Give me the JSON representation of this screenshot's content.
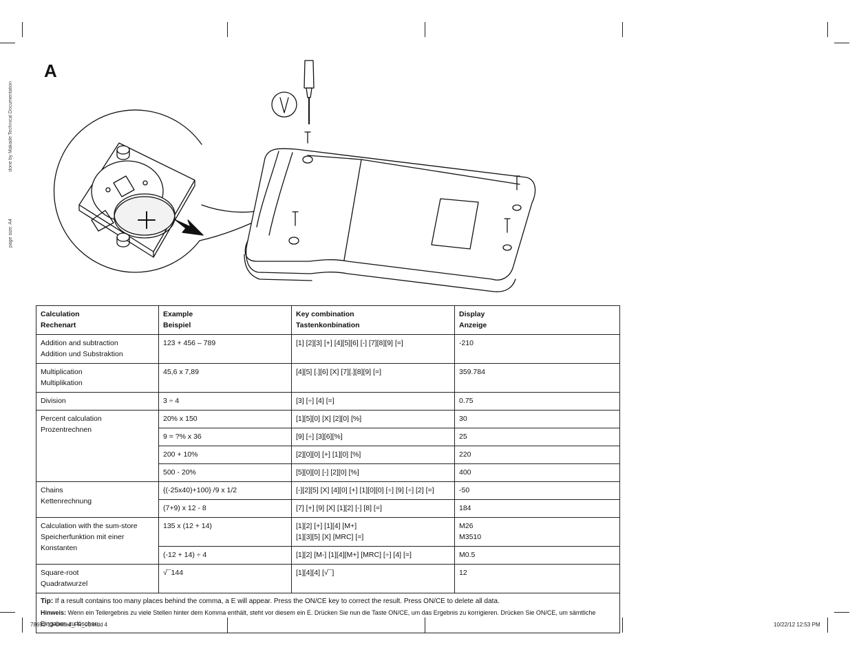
{
  "side_notes": {
    "top": "done by Makade Technical Documentation",
    "bottom": "page size: A4"
  },
  "section_letter": "A",
  "table": {
    "headers": [
      [
        "Calculation",
        "Rechenart"
      ],
      [
        "Example",
        "Beispiel"
      ],
      [
        "Key combination",
        "Tastenkonbination"
      ],
      [
        "Display",
        "Anzeige"
      ]
    ],
    "groups": [
      {
        "name": [
          "Addition and subtraction",
          "Addition und Substraktion"
        ],
        "rows": [
          {
            "example": [
              "123 + 456 – 789"
            ],
            "keys": [
              "[1] [2][3] [+] [4][5][6] [-] [7][8][9] [=]"
            ],
            "display": [
              "-210"
            ]
          }
        ]
      },
      {
        "name": [
          "Multiplication",
          "Multiplikation"
        ],
        "rows": [
          {
            "example": [
              "45,6 x 7,89"
            ],
            "keys": [
              "[4][5] [.][6] [X] [7][.][8][9] [=]"
            ],
            "display": [
              "359.784"
            ]
          }
        ]
      },
      {
        "name": [
          "Division"
        ],
        "rows": [
          {
            "example": [
              "3 ÷ 4"
            ],
            "keys": [
              "[3] [÷] [4] [=]"
            ],
            "display": [
              "0.75"
            ]
          }
        ]
      },
      {
        "name": [
          "Percent calculation",
          "Prozentrechnen"
        ],
        "rows": [
          {
            "example": [
              "20% x 150"
            ],
            "keys": [
              "[1][5][0] [X] [2][0] [%]"
            ],
            "display": [
              "30"
            ]
          },
          {
            "example": [
              "9 = ?% x 36"
            ],
            "keys": [
              "[9] [÷] [3][6][%]"
            ],
            "display": [
              "25"
            ]
          },
          {
            "example": [
              "200 + 10%"
            ],
            "keys": [
              "[2][0][0] [+] [1][0] [%]"
            ],
            "display": [
              "220"
            ]
          },
          {
            "example": [
              "500 - 20%"
            ],
            "keys": [
              "[5][0][0] [-] [2][0] [%]"
            ],
            "display": [
              "400"
            ]
          }
        ]
      },
      {
        "name": [
          "Chains",
          "Kettenrechnung"
        ],
        "rows": [
          {
            "example": [
              "{(-25x40)+100} /9 x 1/2"
            ],
            "keys": [
              "[-][2][5] [X] [4][0] [+] [1][0][0] [÷] [9] [÷] [2] [=]"
            ],
            "display": [
              "-50"
            ]
          },
          {
            "example": [
              "(7+9) x 12 - 8"
            ],
            "keys": [
              "[7] [+] [9] [X] [1][2] [-] [8] [=]"
            ],
            "display": [
              "184"
            ]
          }
        ]
      },
      {
        "name": [
          "Calculation with the sum-store",
          "Speicherfunktion mit einer  Konstanten"
        ],
        "rows": [
          {
            "example": [
              "135 x (12 + 14)"
            ],
            "keys": [
              "[1][2] [+] [1][4] [M+]",
              "[1][3][5] [X] [MRC] [=]"
            ],
            "display": [
              "M26",
              "M3510"
            ]
          },
          {
            "example": [
              "(-12 + 14) ÷ 4"
            ],
            "keys": [
              "[1][2] [M-] [1][4][M+] [MRC] [÷] [4] [=]"
            ],
            "display": [
              "M0.5"
            ]
          }
        ]
      },
      {
        "name": [
          "Square-root",
          "Quadratwurzel"
        ],
        "rows": [
          {
            "example": [
              "√¯144"
            ],
            "keys": [
              "[1][4][4] [√¯]"
            ],
            "display": [
              "12"
            ]
          }
        ]
      }
    ],
    "tip": {
      "label": "Tip:",
      "text": " If a result contains too many places behind the comma, a E will appear. Press the ON/CE key to correct the result. Press ON/CE to delete all data.",
      "label_de": "Hinweis:",
      "text_de": " Wenn ein Teilergebnis zu viele Stellen hinter dem Komma enthält, steht vor diesem ein E. Drücken Sie nun die Taste ON/CE, um das Ergebnis zu korrigieren. Drücken Sie ON/CE, um sämtliche Eingaben zu löschen."
    }
  },
  "footer": {
    "file": "78692-13-United_FR_01.indd   4",
    "datetime": "10/22/12   12:53 PM"
  }
}
